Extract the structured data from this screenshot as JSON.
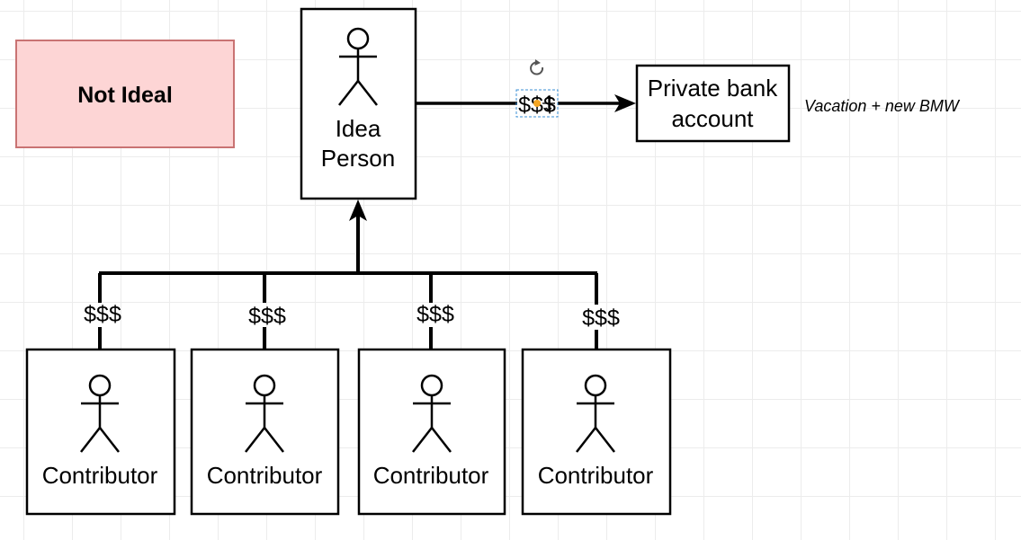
{
  "callout": {
    "text": "Not Ideal",
    "fill": "#fdd5d5",
    "stroke": "#c97373"
  },
  "idea_person": {
    "line1": "Idea",
    "line2": "Person"
  },
  "bank": {
    "line1": "Private bank",
    "line2": "account"
  },
  "bank_note": "Vacation + new BMW",
  "money_label": "$$$",
  "contributors": [
    {
      "label": "Contributor",
      "money": "$$$"
    },
    {
      "label": "Contributor",
      "money": "$$$"
    },
    {
      "label": "Contributor",
      "money": "$$$"
    },
    {
      "label": "Contributor",
      "money": "$$$"
    }
  ],
  "colors": {
    "line": "#000000",
    "selection": "#3a8fd6",
    "handle": "#f5a623"
  },
  "icons": {
    "rotate": "rotate-icon",
    "actor": "stick-figure-icon",
    "move": "move-icon"
  }
}
